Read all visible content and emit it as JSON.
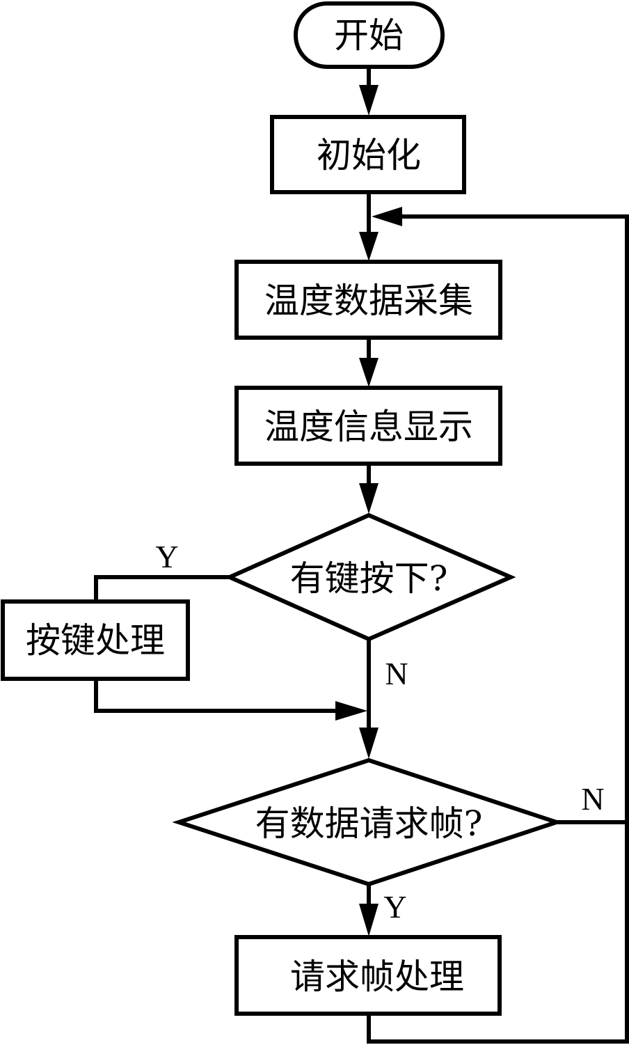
{
  "diagram": {
    "type": "flowchart",
    "nodes": {
      "start": {
        "kind": "terminator",
        "label": "开始"
      },
      "init": {
        "kind": "process",
        "label": "初始化"
      },
      "temp_collect": {
        "kind": "process",
        "label": "温度数据采集"
      },
      "temp_display": {
        "kind": "process",
        "label": "温度信息显示"
      },
      "key_pressed": {
        "kind": "decision",
        "label": "有键按下?"
      },
      "key_handle": {
        "kind": "process",
        "label": "按键处理"
      },
      "data_request": {
        "kind": "decision",
        "label": "有数据请求帧?"
      },
      "request_handle": {
        "kind": "process",
        "label": "请求帧处理"
      }
    },
    "edge_labels": {
      "key_yes": "Y",
      "key_no": "N",
      "request_no": "N",
      "request_yes": "Y"
    },
    "edges": [
      {
        "from": "start",
        "to": "init"
      },
      {
        "from": "init",
        "to": "temp_collect"
      },
      {
        "from": "temp_collect",
        "to": "temp_display"
      },
      {
        "from": "temp_display",
        "to": "key_pressed"
      },
      {
        "from": "key_pressed",
        "to": "key_handle",
        "label": "Y"
      },
      {
        "from": "key_pressed",
        "to": "data_request",
        "label": "N"
      },
      {
        "from": "key_handle",
        "to": "data_request"
      },
      {
        "from": "data_request",
        "to": "request_handle",
        "label": "Y"
      },
      {
        "from": "data_request",
        "to": "temp_collect",
        "label": "N"
      },
      {
        "from": "request_handle",
        "to": "temp_collect"
      }
    ]
  }
}
